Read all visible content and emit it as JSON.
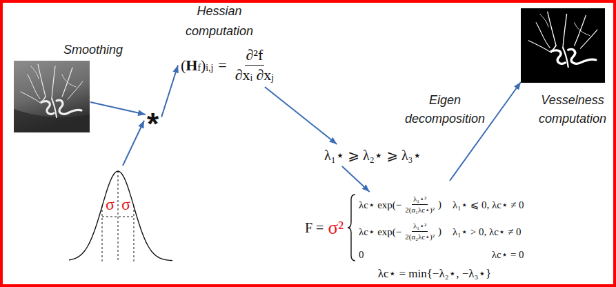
{
  "diagram": {
    "nodes": [
      {
        "text": [
          "σ",
          "σ"
        ]
      },
      {
        "text": [
          "*"
        ]
      },
      {
        "text": [
          "(",
          "H",
          "f",
          ")",
          "i,j",
          "=",
          "∂²f",
          "∂x",
          "i",
          "∂x",
          "j"
        ]
      },
      {
        "text": [
          "λ₁⋆ ⩾ λ₂⋆ ⩾ λ₃⋆"
        ]
      },
      {
        "text": [
          "F =",
          "σ²",
          "λc⋆ exp(−",
          "λ₁⋆²",
          "2(α₁λc⋆)²",
          ")",
          "λ₁⋆ ⩽ 0, λc⋆ ≠ 0",
          "λc⋆ exp(−",
          "λ₁⋆²",
          "2(α₂λc⋆)²",
          ")",
          "λ₁⋆ > 0, λc⋆ ≠ 0",
          "0",
          "λc⋆ = 0"
        ]
      }
    ],
    "edges": [
      {
        "from": 0,
        "to": 1,
        "arrow": "to"
      },
      {
        "from": 1,
        "to": 2,
        "arrow": "to"
      },
      {
        "from": 2,
        "to": 3,
        "arrow": "to"
      },
      {
        "from": 3,
        "to": 4,
        "arrow": "to"
      }
    ],
    "labels": [
      "Smoothing",
      "Hessian computation",
      "Eigen decomposition",
      "Vesselness computation",
      "λc⋆ = min{−λ₂⋆, −λ₃⋆}"
    ]
  }
}
